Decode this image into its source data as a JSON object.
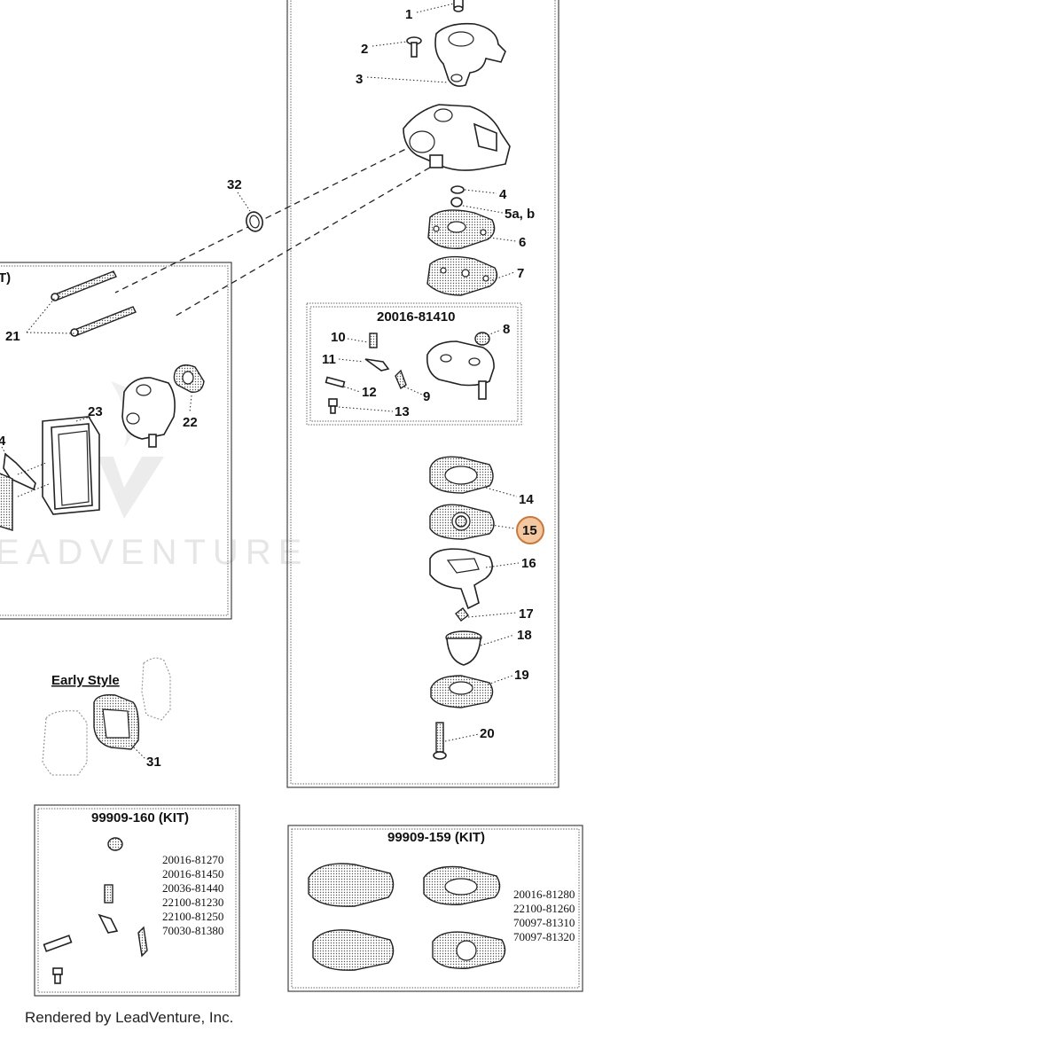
{
  "callouts": {
    "c1": "1",
    "c2": "2",
    "c3": "3",
    "c4": "4",
    "c5": "5a, b",
    "c6": "6",
    "c7": "7",
    "c8": "8",
    "c9": "9",
    "c10": "10",
    "c11": "11",
    "c12": "12",
    "c13": "13",
    "c14": "14",
    "c15": "15",
    "c16": "16",
    "c17": "17",
    "c18": "18",
    "c19": "19",
    "c20": "20",
    "c21": "21",
    "c22": "22",
    "c23": "23",
    "c24": "4",
    "c31": "31",
    "c32": "32",
    "left_box_tail": "T)"
  },
  "highlight": {
    "callout": "15",
    "color": "#f3c7a0"
  },
  "subassembly": {
    "title": "20016-81410"
  },
  "early_style": {
    "label": "Early Style"
  },
  "kit_160": {
    "title": "99909-160 (KIT)",
    "parts": [
      "20016-81270",
      "20016-81450",
      "20036-81440",
      "22100-81230",
      "22100-81250",
      "70030-81380"
    ]
  },
  "kit_159": {
    "title": "99909-159 (KIT)",
    "parts": [
      "20016-81280",
      "22100-81260",
      "70097-81310",
      "70097-81320"
    ]
  },
  "watermark": {
    "text": "EADVENTURE"
  },
  "footer": {
    "text": "Rendered by LeadVenture, Inc."
  }
}
